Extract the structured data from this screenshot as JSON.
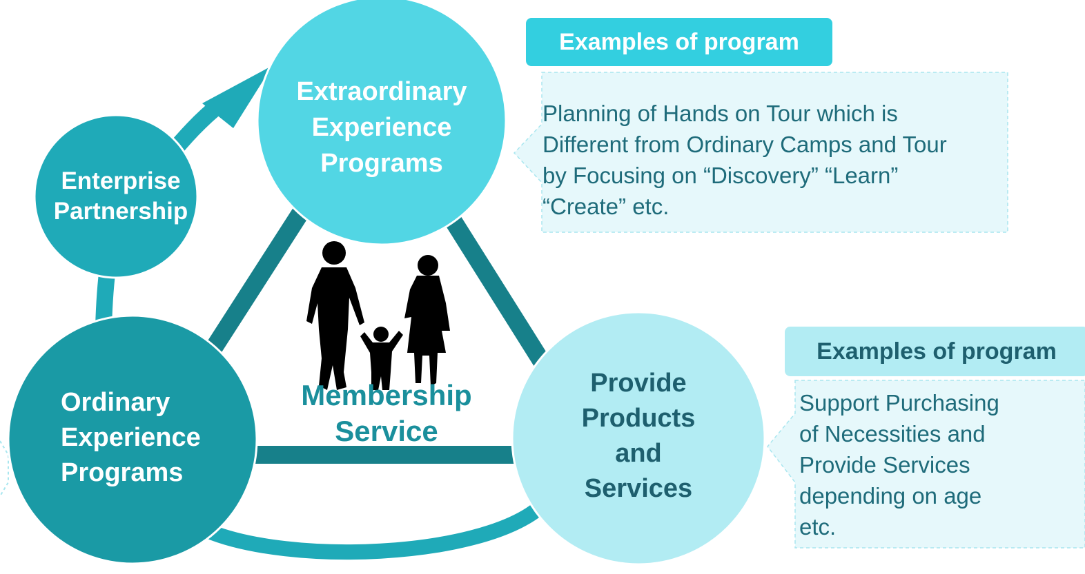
{
  "colors": {
    "extraordinary": "#52d6e4",
    "ordinary": "#1a9aa5",
    "provide": "#b2ecf3",
    "enterprise": "#1faab8",
    "triangle": "#17808a",
    "arrow": "#1faab8",
    "callout_header": "#33cfe0",
    "callout_body": "#e6f8fb",
    "silhouette": "#000000",
    "membership_text": "#1a8f9c"
  },
  "nodes": {
    "extraordinary": {
      "line1": "Extraordinary",
      "line2": "Experience",
      "line3": "Programs"
    },
    "ordinary": {
      "line1": "Ordinary",
      "line2": "Experience",
      "line3": "Programs"
    },
    "provide": {
      "line1": "Provide",
      "line2": "Products",
      "line3": "and",
      "line4": "Services"
    },
    "enterprise": {
      "line1": "Enterprise",
      "line2": "Partnership"
    }
  },
  "center": {
    "line1": "Membership",
    "line2": "Service"
  },
  "callouts": {
    "top": {
      "header": "Examples of program",
      "line1": "Planning of Hands on Tour which is",
      "line2": "Different from Ordinary Camps and Tour",
      "line3": "by Focusing on “Discovery” “Learn”",
      "line4": "“Create”  etc."
    },
    "bottom": {
      "header": "Examples of program",
      "line1": "Support Purchasing",
      "line2": "of Necessities and",
      "line3": "Provide Services",
      "line4": "depending on age",
      "line5": "etc."
    }
  }
}
